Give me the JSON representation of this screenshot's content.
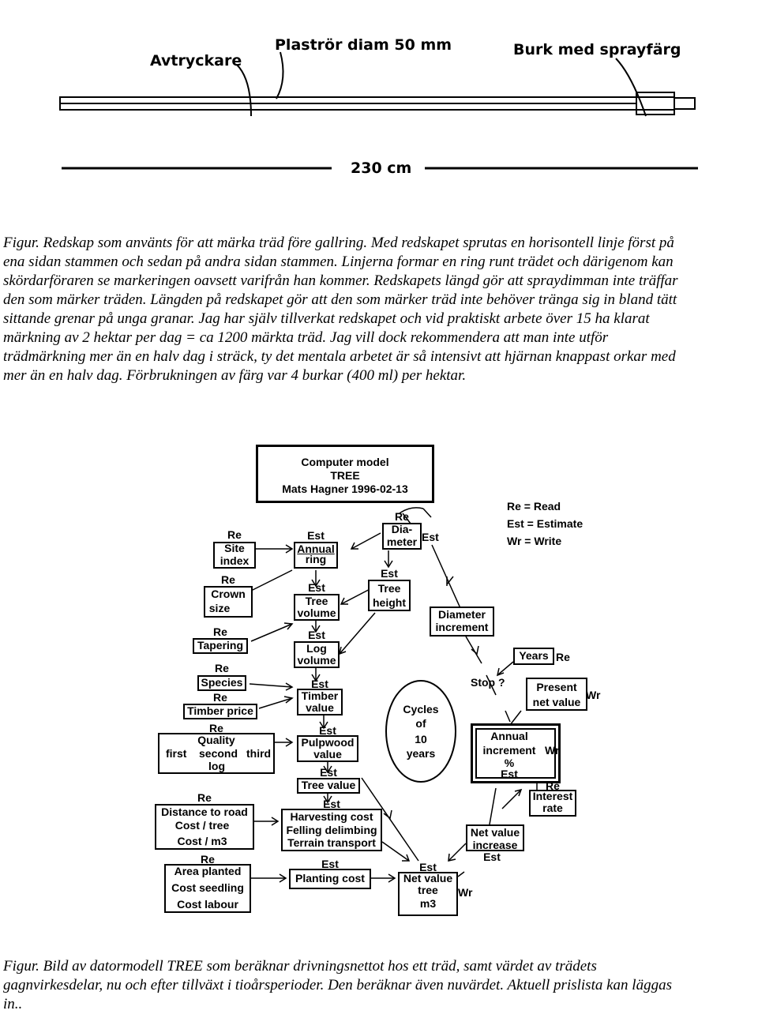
{
  "tool_figure": {
    "label_trigger": "Avtryckare",
    "label_pipe": "Plaströr diam 50 mm",
    "label_can": "Burk med sprayfärg",
    "label_length": "230 cm"
  },
  "caption1": {
    "lines": [
      "Figur. Redskap som använts för att märka träd före gallring. Med redskapet sprutas en horisontell linje först på",
      "ena sidan stammen och sedan på andra sidan stammen. Linjerna formar en ring runt trädet och därigenom kan",
      "skördarföraren se markeringen oavsett varifrån han kommer. Redskapets längd gör att spraydimman inte träffar",
      "den som märker träden. Längden på redskapet gör att den som märker träd inte behöver tränga sig in bland tätt",
      "sittande grenar på unga granar. Jag har själv tillverkat redskapet och vid praktiskt arbete över 15 ha klarat",
      "märkning av 2 hektar per dag = ca 1200 märkta träd. Jag vill dock rekommendera att man inte utför",
      "trädmärkning mer än en halv dag i sträck, ty det mentala arbetet är så intensivt att hjärnan knappast orkar med",
      "mer än en halv dag. Förbrukningen av färg var 4 burkar (400 ml) per hektar."
    ]
  },
  "model": {
    "title": [
      "Computer model",
      "TREE",
      "Mats Hagner 1996-02-13"
    ],
    "legend": [
      "Re = Read",
      "Est = Estimate",
      "Wr = Write"
    ],
    "nodes": {
      "site_index": [
        "Re",
        "Site",
        "index"
      ],
      "crown_size": [
        "Re",
        "Crown",
        "size"
      ],
      "tapering": [
        "Re",
        "Tapering"
      ],
      "species": [
        "Re",
        "Species"
      ],
      "timber_price": [
        "Re",
        "Timber price"
      ],
      "quality": [
        "Re",
        "Quality",
        "first",
        "second",
        "third",
        "log"
      ],
      "distance": [
        "Re",
        "Distance to road",
        "Cost / tree",
        "Cost / m3"
      ],
      "planting_costs": [
        "Re",
        "Area planted",
        "Cost seedling",
        "Cost labour"
      ],
      "annual_ring": [
        "Est",
        "Annual",
        "ring"
      ],
      "tree_volume": [
        "Est",
        "Tree",
        "volume"
      ],
      "log_volume": [
        "Est",
        "Log",
        "volume"
      ],
      "timber_value": [
        "Est",
        "Timber",
        "value"
      ],
      "pulpwood_value": [
        "Est",
        "Pulpwood",
        "value"
      ],
      "tree_value": [
        "Est",
        "Tree value"
      ],
      "harvesting": [
        "Est",
        "Harvesting cost",
        "Felling delimbing",
        "Terrain transport"
      ],
      "planting_cost": [
        "Est",
        "Planting cost"
      ],
      "net_value_tree": [
        "Est",
        "Net value",
        "tree",
        "m3",
        "Wr"
      ],
      "diameter": [
        "Re",
        "Dia-",
        "meter",
        "Est"
      ],
      "tree_height": [
        "Est",
        "Tree",
        "height"
      ],
      "diameter_increment": [
        "Diameter",
        "increment"
      ],
      "years": [
        "Years",
        "Re"
      ],
      "stop": "Stop ?",
      "present_net_value": [
        "Present",
        "net value",
        "Wr"
      ],
      "annual_increment": [
        "Annual",
        "increment",
        "%",
        "Est",
        "Wr"
      ],
      "interest_rate": [
        "Re",
        "Interest",
        "rate"
      ],
      "net_value_increase": [
        "Net value",
        "increase",
        "Est"
      ],
      "cycles": [
        "Cycles",
        "of",
        "10",
        "years"
      ]
    }
  },
  "caption2": {
    "lines": [
      "Figur. Bild av datormodell TREE som beräknar drivningsnettot hos ett träd, samt värdet av trädets",
      "gagnvirkesdelar, nu och efter tillväxt i tioårsperioder. Den beräknar även nuvärdet. Aktuell prislista kan läggas",
      "in.."
    ]
  }
}
